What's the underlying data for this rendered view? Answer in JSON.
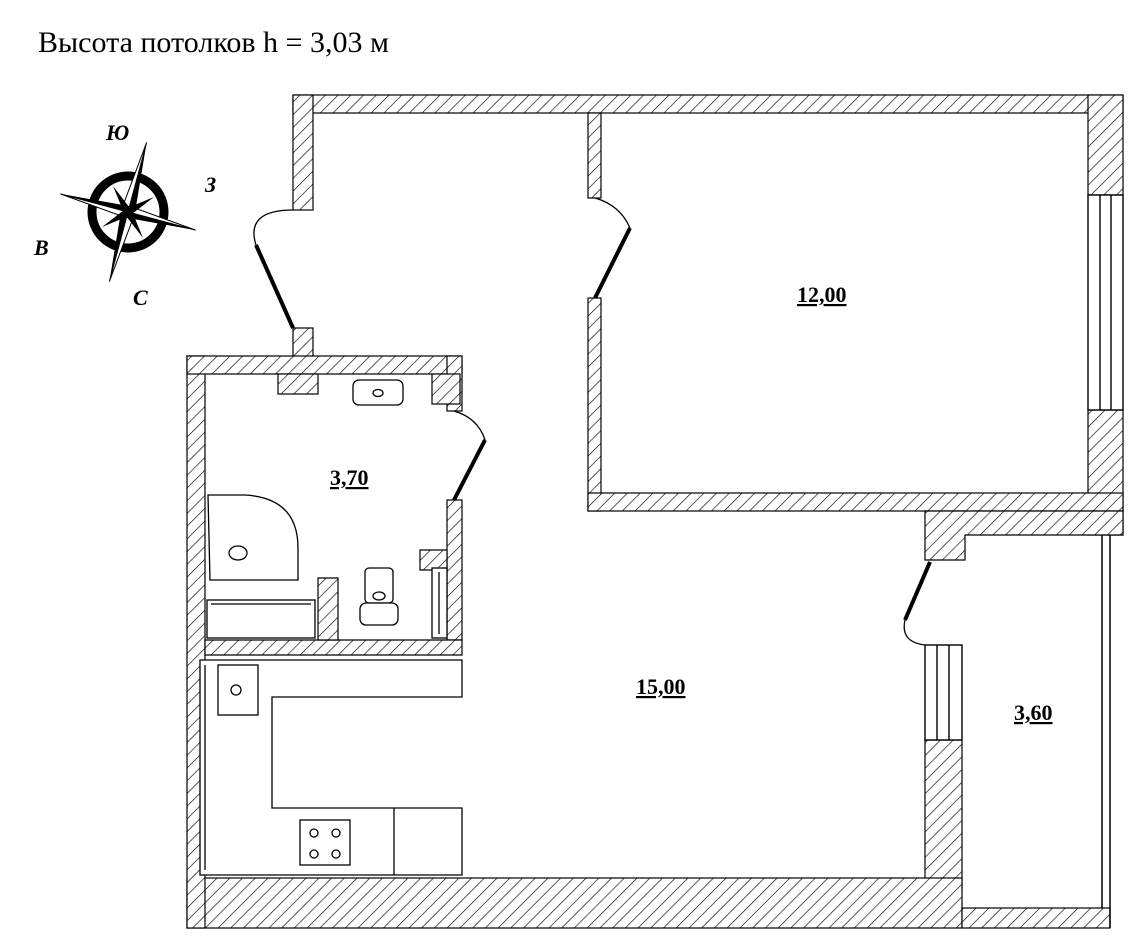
{
  "ceiling_height": {
    "text": "Высота потолков h = 3,03 м"
  },
  "compass": {
    "north": "С",
    "south": "Ю",
    "east": "В",
    "west": "З"
  },
  "rooms": [
    {
      "id": "room-large",
      "area": "15,00"
    },
    {
      "id": "room-bedroom",
      "area": "12,00"
    },
    {
      "id": "room-bathroom",
      "area": "3,70"
    },
    {
      "id": "room-balcony",
      "area": "3,60"
    }
  ]
}
